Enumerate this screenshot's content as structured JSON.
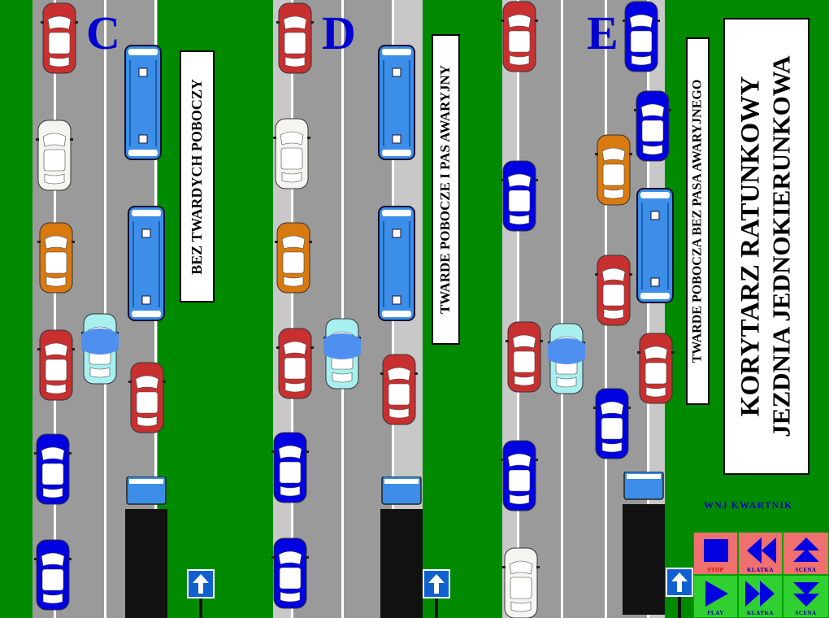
{
  "sections": [
    {
      "letter": "C",
      "label": "BEZ TWARDYCH POBOCZY"
    },
    {
      "letter": "D",
      "label": "TWARDE POBOCZE I PAS AWARYJNY"
    },
    {
      "letter": "E",
      "label": "TWARDE POBOCZA BEZ PASA AWARYJNEGO"
    }
  ],
  "title": {
    "line1": "KORYTARZ RATUNKOWY",
    "line2": "JEZDNIA JEDNOKIERUNKOWA"
  },
  "credit": "WNJ  KWARTNIK",
  "controls": {
    "stop": "STOP",
    "frame_back": "KLATKA",
    "scene_up": "SCENA",
    "play": "PLAY",
    "frame_forward": "KLATKA",
    "scene_down": "SCENA"
  },
  "colors": {
    "grass": "#008a00",
    "road": "#9a9a9a",
    "shoulder": "#c8c8c8",
    "letter": "#0000d0",
    "control_red": "#f07070",
    "control_green": "#30d030",
    "control_icon": "#0000e0"
  }
}
